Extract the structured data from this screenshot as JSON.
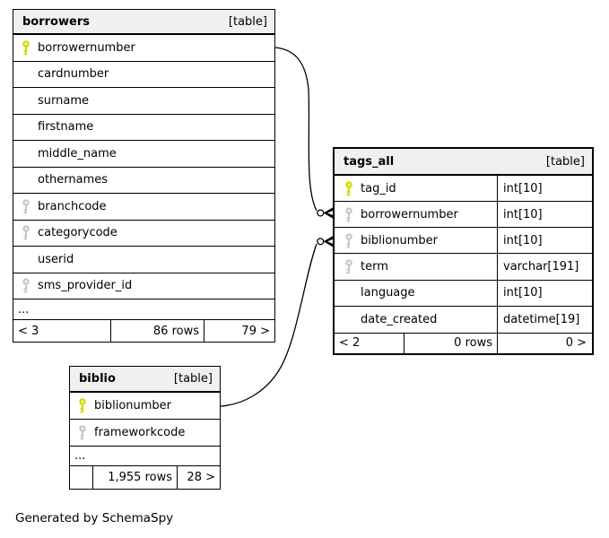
{
  "diagram": {
    "caption": "Generated by SchemaSpy",
    "colors": {
      "border": "#000000",
      "header_bg": "#f0f0f0",
      "primary_key": "#d8d800",
      "referenced_key": "#c9c9c9"
    }
  },
  "tables": {
    "borrowers": {
      "name": "borrowers",
      "tag": "[table]",
      "columns": [
        {
          "name": "borrowernumber",
          "key": "primary"
        },
        {
          "name": "cardnumber",
          "key": "none"
        },
        {
          "name": "surname",
          "key": "none"
        },
        {
          "name": "firstname",
          "key": "none"
        },
        {
          "name": "middle_name",
          "key": "none"
        },
        {
          "name": "othernames",
          "key": "none"
        },
        {
          "name": "branchcode",
          "key": "indexed"
        },
        {
          "name": "categorycode",
          "key": "indexed"
        },
        {
          "name": "userid",
          "key": "none"
        },
        {
          "name": "sms_provider_id",
          "key": "indexed"
        }
      ],
      "ellipsis": "...",
      "footer": {
        "related_in": "< 3",
        "rows": "86 rows",
        "related_out": "79 >"
      }
    },
    "tags_all": {
      "name": "tags_all",
      "tag": "[table]",
      "columns": [
        {
          "name": "tag_id",
          "key": "primary",
          "type": "int[10]"
        },
        {
          "name": "borrowernumber",
          "key": "indexed",
          "type": "int[10]"
        },
        {
          "name": "biblionumber",
          "key": "indexed",
          "type": "int[10]"
        },
        {
          "name": "term",
          "key": "indexed",
          "type": "varchar[191]"
        },
        {
          "name": "language",
          "key": "none",
          "type": "int[10]"
        },
        {
          "name": "date_created",
          "key": "none",
          "type": "datetime[19]"
        }
      ],
      "footer": {
        "related_in": "< 2",
        "rows": "0 rows",
        "related_out": "0 >"
      }
    },
    "biblio": {
      "name": "biblio",
      "tag": "[table]",
      "columns": [
        {
          "name": "biblionumber",
          "key": "primary"
        },
        {
          "name": "frameworkcode",
          "key": "indexed"
        }
      ],
      "ellipsis": "...",
      "footer": {
        "related_in": "",
        "rows": "1,955 rows",
        "related_out": "28 >"
      }
    }
  },
  "relationships": [
    {
      "from": "borrowers.borrowernumber",
      "to": "tags_all.borrowernumber"
    },
    {
      "from": "biblio.biblionumber",
      "to": "tags_all.biblionumber"
    }
  ]
}
